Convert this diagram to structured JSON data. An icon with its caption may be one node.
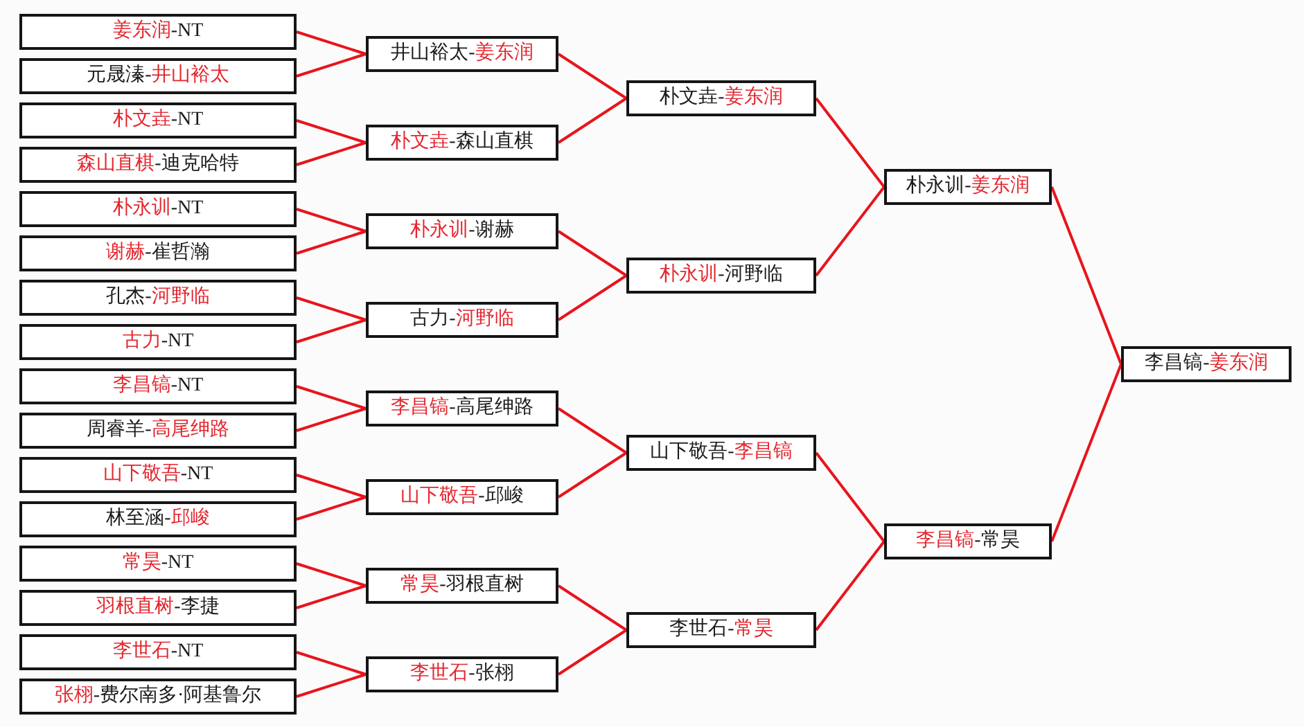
{
  "diagram": {
    "nodes": [
      {
        "text": [
          "**姜东润**-NT"
        ]
      },
      {
        "text": [
          "元晟溱-**井山裕太**"
        ]
      },
      {
        "text": [
          "**朴文垚**-NT"
        ]
      },
      {
        "text": [
          "**森山直棋**-迪克哈特"
        ]
      },
      {
        "text": [
          "**朴永训**-NT"
        ]
      },
      {
        "text": [
          "**谢赫**-崔哲瀚"
        ]
      },
      {
        "text": [
          "孔杰-**河野临**"
        ]
      },
      {
        "text": [
          "**古力**-NT"
        ]
      },
      {
        "text": [
          "**李昌镐**-NT"
        ]
      },
      {
        "text": [
          "周睿羊-**高尾绅路**"
        ]
      },
      {
        "text": [
          "**山下敬吾**-NT"
        ]
      },
      {
        "text": [
          "林至涵-**邱峻**"
        ]
      },
      {
        "text": [
          "**常昊**-NT"
        ]
      },
      {
        "text": [
          "**羽根直树**-李捷"
        ]
      },
      {
        "text": [
          "**李世石**-NT"
        ]
      },
      {
        "text": [
          "**张栩**-费尔南多·阿基鲁尔"
        ]
      },
      {
        "text": [
          "井山裕太-**姜东润**"
        ]
      },
      {
        "text": [
          "**朴文垚**-森山直棋"
        ]
      },
      {
        "text": [
          "**朴永训**-谢赫"
        ]
      },
      {
        "text": [
          "古力-**河野临**"
        ]
      },
      {
        "text": [
          "**李昌镐**-高尾绅路"
        ]
      },
      {
        "text": [
          "**山下敬吾**-邱峻"
        ]
      },
      {
        "text": [
          "**常昊**-羽根直树"
        ]
      },
      {
        "text": [
          "**李世石**-张栩"
        ]
      },
      {
        "text": [
          "朴文垚-**姜东润**"
        ]
      },
      {
        "text": [
          "**朴永训**-河野临"
        ]
      },
      {
        "text": [
          "山下敬吾-**李昌镐**"
        ]
      },
      {
        "text": [
          "李世石-**常昊**"
        ]
      },
      {
        "text": [
          "朴永训-**姜东润**"
        ]
      },
      {
        "text": [
          "**李昌镐**-常昊"
        ]
      },
      {
        "text": [
          "李昌镐-**姜东润**"
        ]
      }
    ],
    "edges": [
      {
        "from": 0,
        "to": 16,
        "arrow": "none"
      },
      {
        "from": 1,
        "to": 16,
        "arrow": "none"
      },
      {
        "from": 2,
        "to": 17,
        "arrow": "none"
      },
      {
        "from": 3,
        "to": 17,
        "arrow": "none"
      },
      {
        "from": 4,
        "to": 18,
        "arrow": "none"
      },
      {
        "from": 5,
        "to": 18,
        "arrow": "none"
      },
      {
        "from": 6,
        "to": 19,
        "arrow": "none"
      },
      {
        "from": 7,
        "to": 19,
        "arrow": "none"
      },
      {
        "from": 8,
        "to": 20,
        "arrow": "none"
      },
      {
        "from": 9,
        "to": 20,
        "arrow": "none"
      },
      {
        "from": 10,
        "to": 21,
        "arrow": "none"
      },
      {
        "from": 11,
        "to": 21,
        "arrow": "none"
      },
      {
        "from": 12,
        "to": 22,
        "arrow": "none"
      },
      {
        "from": 13,
        "to": 22,
        "arrow": "none"
      },
      {
        "from": 14,
        "to": 23,
        "arrow": "none"
      },
      {
        "from": 15,
        "to": 23,
        "arrow": "none"
      },
      {
        "from": 16,
        "to": 24,
        "arrow": "none"
      },
      {
        "from": 17,
        "to": 24,
        "arrow": "none"
      },
      {
        "from": 18,
        "to": 25,
        "arrow": "none"
      },
      {
        "from": 19,
        "to": 25,
        "arrow": "none"
      },
      {
        "from": 20,
        "to": 26,
        "arrow": "none"
      },
      {
        "from": 21,
        "to": 26,
        "arrow": "none"
      },
      {
        "from": 22,
        "to": 27,
        "arrow": "none"
      },
      {
        "from": 23,
        "to": 27,
        "arrow": "none"
      },
      {
        "from": 24,
        "to": 28,
        "arrow": "none"
      },
      {
        "from": 25,
        "to": 28,
        "arrow": "none"
      },
      {
        "from": 26,
        "to": 29,
        "arrow": "none"
      },
      {
        "from": 27,
        "to": 29,
        "arrow": "none"
      },
      {
        "from": 28,
        "to": 30,
        "arrow": "none"
      },
      {
        "from": 29,
        "to": 30,
        "arrow": "none"
      }
    ]
  }
}
